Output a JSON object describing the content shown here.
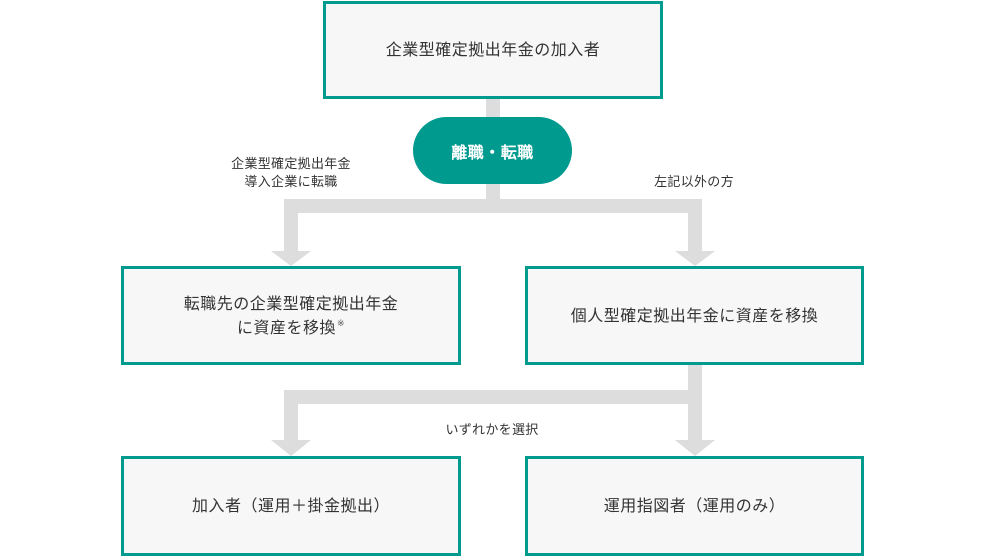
{
  "colors": {
    "accent": "#009a8f",
    "box_fill": "#f7f7f7",
    "connector": "#dddddd",
    "text": "#333333"
  },
  "diagram": {
    "top_box": {
      "label": "企業型確定拠出年金の加入者"
    },
    "event_pill": {
      "label": "離職・転職"
    },
    "left_branch_label": {
      "line1": "企業型確定拠出年金",
      "line2": "導入企業に転職"
    },
    "right_branch_label": {
      "text": "左記以外の方"
    },
    "left_mid_box": {
      "line1": "転職先の企業型確定拠出年金",
      "line2": "に資産を移換",
      "note_mark": "※"
    },
    "right_mid_box": {
      "label": "個人型確定拠出年金に資産を移換"
    },
    "choice_label": {
      "text": "いずれかを選択"
    },
    "bottom_left_box": {
      "label": "加入者（運用＋掛金拠出）"
    },
    "bottom_right_box": {
      "label": "運用指図者（運用のみ）"
    }
  }
}
